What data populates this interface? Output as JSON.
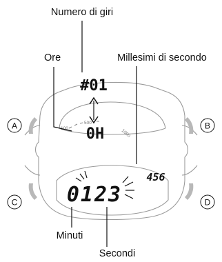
{
  "labels": {
    "lap_number": "Numero di giri",
    "hours": "Ore",
    "thousandths": "Millesimi di secondo",
    "minutes": "Minuti",
    "seconds": "Secondi"
  },
  "display": {
    "lap": "#01",
    "hours": "0H",
    "minutes_seconds": "0123",
    "thousandths": "456"
  },
  "dial_scale": {
    "left": "100",
    "middle": "500",
    "right": "1000"
  },
  "buttons": {
    "a": "A",
    "b": "B",
    "c": "C",
    "d": "D"
  },
  "colors": {
    "outline": "#9a9a9a",
    "button_fill": "#b8b8b8",
    "text": "#111111"
  }
}
